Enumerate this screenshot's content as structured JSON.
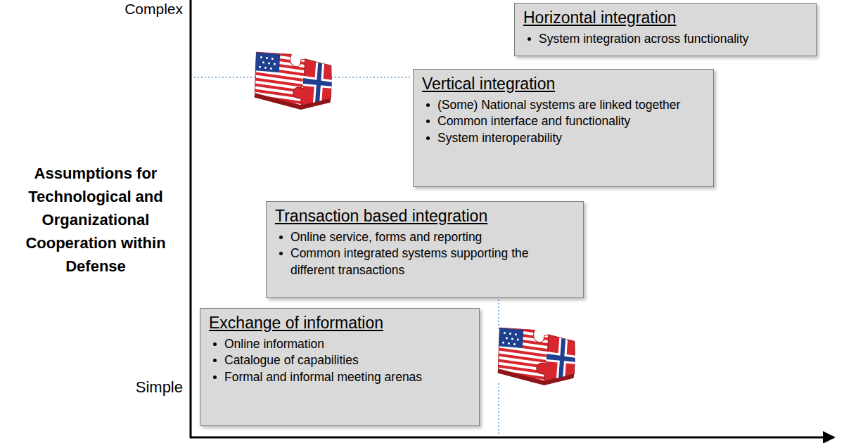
{
  "diagram": {
    "nodes": [
      {
        "text": [
          "Horizontal integration",
          "System integration across functionality"
        ]
      },
      {
        "text": [
          "Vertical integration",
          "(Some) National systems are linked together",
          "Common interface and functionality",
          "System interoperability"
        ]
      },
      {
        "text": [
          "Transaction based integration",
          "Online service, forms and reporting",
          "Common integrated systems supporting the different transactions"
        ]
      },
      {
        "text": [
          "Exchange of information",
          "Online information",
          "Catalogue of capabilities",
          "Formal and informal meeting arenas"
        ]
      }
    ],
    "labels": [
      "Complex",
      "Assumptions for Technological and Organizational Cooperation within Defense",
      "Simple"
    ]
  }
}
